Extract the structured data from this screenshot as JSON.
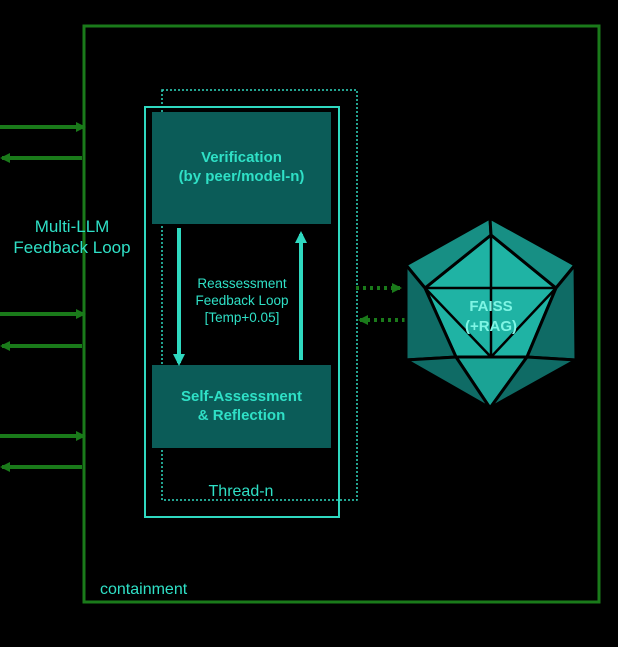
{
  "colors": {
    "background": "#000000",
    "containment_border": "#1a7a1a",
    "green_arrow": "#1a7a1a",
    "cyan_line": "#2fd9c0",
    "box_fill": "#0b5c58",
    "box_text": "#2fe0c6",
    "faiss_light": "#1fb3a4",
    "faiss_dark": "#0f6b65",
    "faiss_edge": "#000000"
  },
  "diagram": {
    "containment_label": "containment",
    "multi_llm_label": "Multi-LLM\nFeedback Loop",
    "verification_box": "Verification\n(by peer/model-n)",
    "self_assessment_box": "Self-Assessment\n& Reflection",
    "reassessment_label": "Reassessment\nFeedback Loop\n[Temp+0.05]",
    "thread_label": "Thread-n",
    "faiss_label": "FAISS\n(+RAG)",
    "faiss_icon": "icosahedron-icon"
  }
}
